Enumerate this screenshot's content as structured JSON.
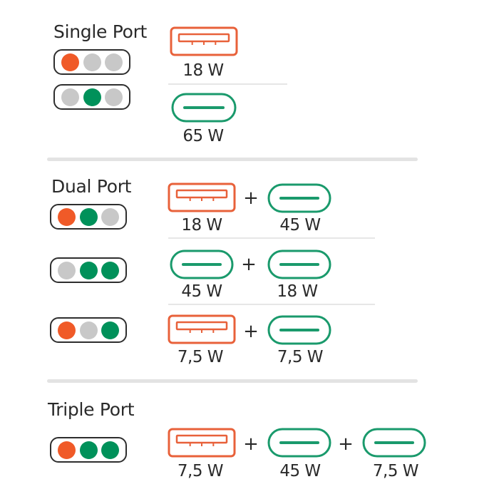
{
  "colors": {
    "red": "#f05a28",
    "green": "#00915a",
    "gray": "#c8c8c8",
    "usb_a": "#e8613a",
    "usb_c": "#1a9a6c"
  },
  "sections": [
    {
      "title": "Single Port",
      "rows": [
        {
          "dots": [
            "red",
            "gray",
            "gray"
          ],
          "ports": [
            {
              "type": "usb-a",
              "watt": "18 W"
            }
          ]
        },
        {
          "dots": [
            "gray",
            "green",
            "gray"
          ],
          "ports": [
            {
              "type": "usb-c",
              "watt": "65 W"
            }
          ]
        }
      ]
    },
    {
      "title": "Dual Port",
      "rows": [
        {
          "dots": [
            "red",
            "green",
            "gray"
          ],
          "ports": [
            {
              "type": "usb-a",
              "watt": "18 W"
            },
            {
              "type": "usb-c",
              "watt": "45 W"
            }
          ]
        },
        {
          "dots": [
            "gray",
            "green",
            "green"
          ],
          "ports": [
            {
              "type": "usb-c",
              "watt": "45 W"
            },
            {
              "type": "usb-c",
              "watt": "18 W"
            }
          ]
        },
        {
          "dots": [
            "red",
            "gray",
            "green"
          ],
          "ports": [
            {
              "type": "usb-a",
              "watt": "7,5 W"
            },
            {
              "type": "usb-c",
              "watt": "7,5 W"
            }
          ]
        }
      ]
    },
    {
      "title": "Triple Port",
      "rows": [
        {
          "dots": [
            "red",
            "green",
            "green"
          ],
          "ports": [
            {
              "type": "usb-a",
              "watt": "7,5 W"
            },
            {
              "type": "usb-c",
              "watt": "45 W"
            },
            {
              "type": "usb-c",
              "watt": "7,5 W"
            }
          ]
        }
      ]
    }
  ],
  "plus_sign": "+"
}
